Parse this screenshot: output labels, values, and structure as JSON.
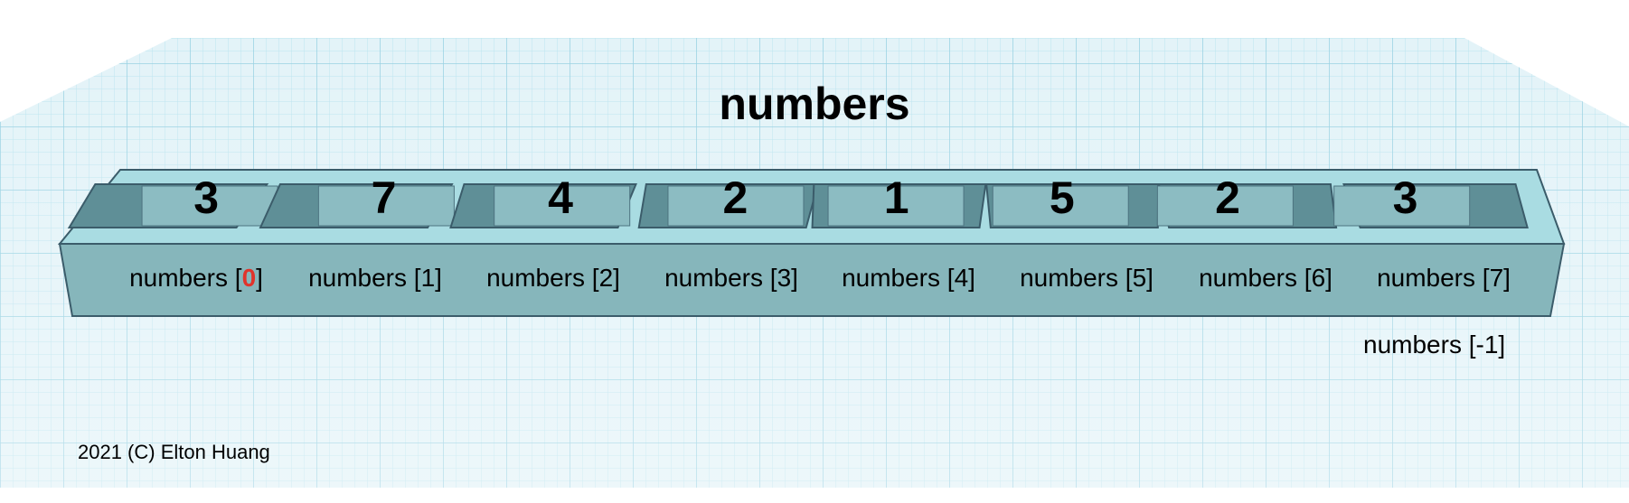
{
  "title": "numbers",
  "array": {
    "name": "numbers",
    "cells": [
      {
        "value": "3",
        "label_prefix": "numbers [",
        "index": "0",
        "label_suffix": "]",
        "highlight": true
      },
      {
        "value": "7",
        "label_prefix": "numbers [",
        "index": "1",
        "label_suffix": "]",
        "highlight": false
      },
      {
        "value": "4",
        "label_prefix": "numbers [",
        "index": "2",
        "label_suffix": "]",
        "highlight": false
      },
      {
        "value": "2",
        "label_prefix": "numbers [",
        "index": "3",
        "label_suffix": "]",
        "highlight": false
      },
      {
        "value": "1",
        "label_prefix": "numbers [",
        "index": "4",
        "label_suffix": "]",
        "highlight": false
      },
      {
        "value": "5",
        "label_prefix": "numbers [",
        "index": "5",
        "label_suffix": "]",
        "highlight": false
      },
      {
        "value": "2",
        "label_prefix": "numbers [",
        "index": "6",
        "label_suffix": "]",
        "highlight": false
      },
      {
        "value": "3",
        "label_prefix": "numbers [",
        "index": "7",
        "label_suffix": "]",
        "highlight": false
      }
    ]
  },
  "negative_index_label": "numbers [-1]",
  "credit": "2021 (C) Elton Huang",
  "colors": {
    "grid_background": "#e6f5fa",
    "grid_line": "#9fd6e6",
    "block_top": "#a9dce2",
    "block_front": "#86b6bb",
    "block_outline": "#3b5c6a",
    "index_highlight": "#e0342c"
  }
}
